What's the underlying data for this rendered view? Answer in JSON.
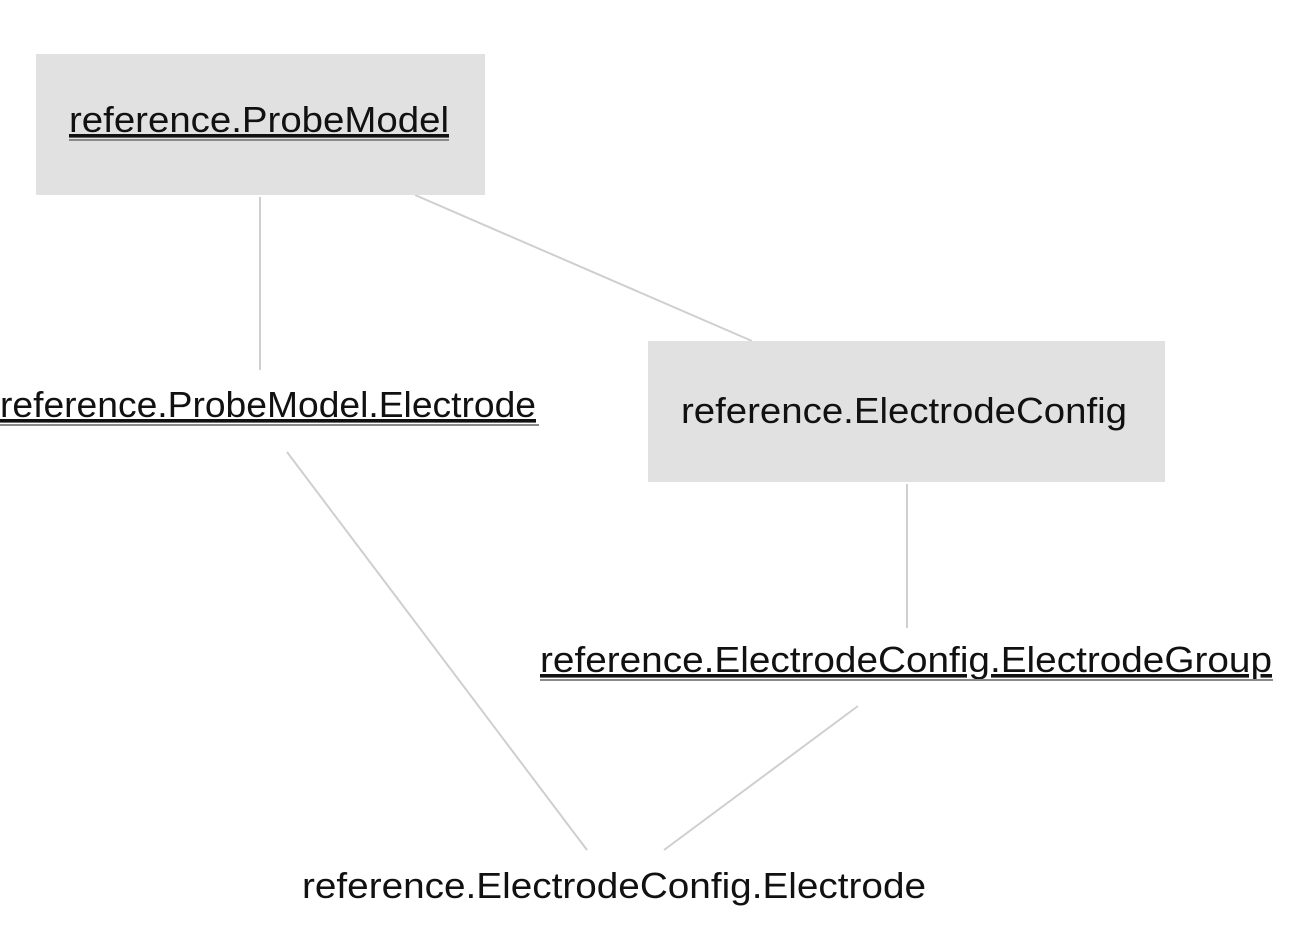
{
  "diagram": {
    "nodes": {
      "probe_model": {
        "label": "reference.ProbeModel",
        "boxed": true,
        "underlined": true
      },
      "probe_model_electrode": {
        "label": "reference.ProbeModel.Electrode",
        "boxed": false,
        "underlined": true
      },
      "electrode_config": {
        "label": "reference.ElectrodeConfig",
        "boxed": true,
        "underlined": false
      },
      "electrode_config_group": {
        "label": "reference.ElectrodeConfig.ElectrodeGroup",
        "boxed": false,
        "underlined": true
      },
      "electrode_config_electrode": {
        "label": "reference.ElectrodeConfig.Electrode",
        "boxed": false,
        "underlined": false
      }
    },
    "edges": [
      {
        "from": "probe_model",
        "to": "probe_model_electrode"
      },
      {
        "from": "probe_model",
        "to": "electrode_config"
      },
      {
        "from": "electrode_config",
        "to": "electrode_config_group"
      },
      {
        "from": "probe_model_electrode",
        "to": "electrode_config_electrode"
      },
      {
        "from": "electrode_config_group",
        "to": "electrode_config_electrode"
      }
    ],
    "colors": {
      "box_fill": "#e1e1e1",
      "edge": "#cfcfcf",
      "text": "#111111"
    }
  }
}
